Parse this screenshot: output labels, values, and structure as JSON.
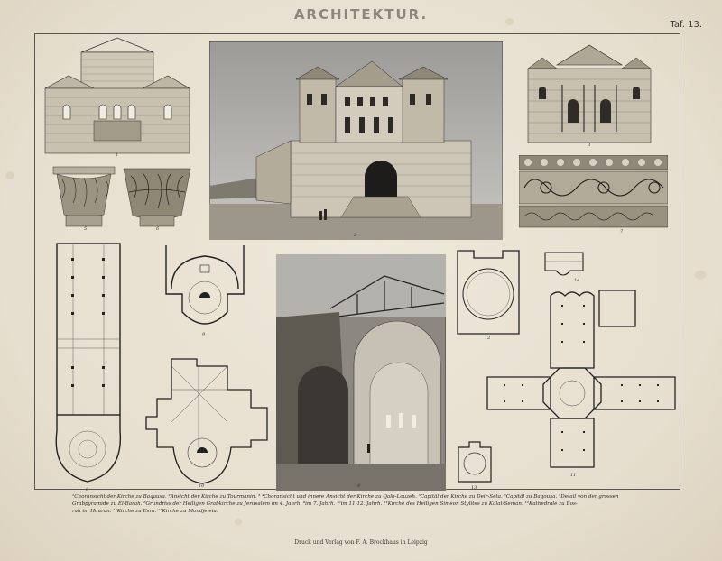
{
  "header": {
    "title": "ARCHITEKTUR.",
    "plate_number": "Taf. 13."
  },
  "captions": {
    "line1": "¹Choransicht der Kirche zu Baqausa. ²Ansicht der Kirche zu Tourmanin. ³ ⁴Choransicht und innere Ansicht der Kirche zu Qalb-Louzeh. ⁵Capitäl der Kirche zu Deir-Seta. ⁶Capitäl zu Baqousa. ⁷Detail von der grossen",
    "line2": "Grabpyramide zu El-Barah. ⁸Grundriss der Heiligen Grabkirche zu Jerusalem im 4. Jahrh. ⁹im 7. Jahrh. ¹⁰im 11-12. Jahrh. ¹¹Kirche des Heiligen Simeon Stylites zu Kalat-Seman. ¹²Kathedrale zu Bos-",
    "line3": "rah im Hauran. ¹³Kirche zu Esra. ¹⁴Kirche zu Mondjeleia."
  },
  "footer": {
    "publisher": "Druck und Verlag von F. A. Brockhaus in Leipzig"
  },
  "figure_numbers": {
    "f1": "1",
    "f2": "2",
    "f3": "3",
    "f4": "4",
    "f5": "5",
    "f6": "6",
    "f7": "7",
    "f8": "8",
    "f9": "9",
    "f10": "10",
    "f11": "11",
    "f12": "12",
    "f13": "13",
    "f14": "14"
  }
}
